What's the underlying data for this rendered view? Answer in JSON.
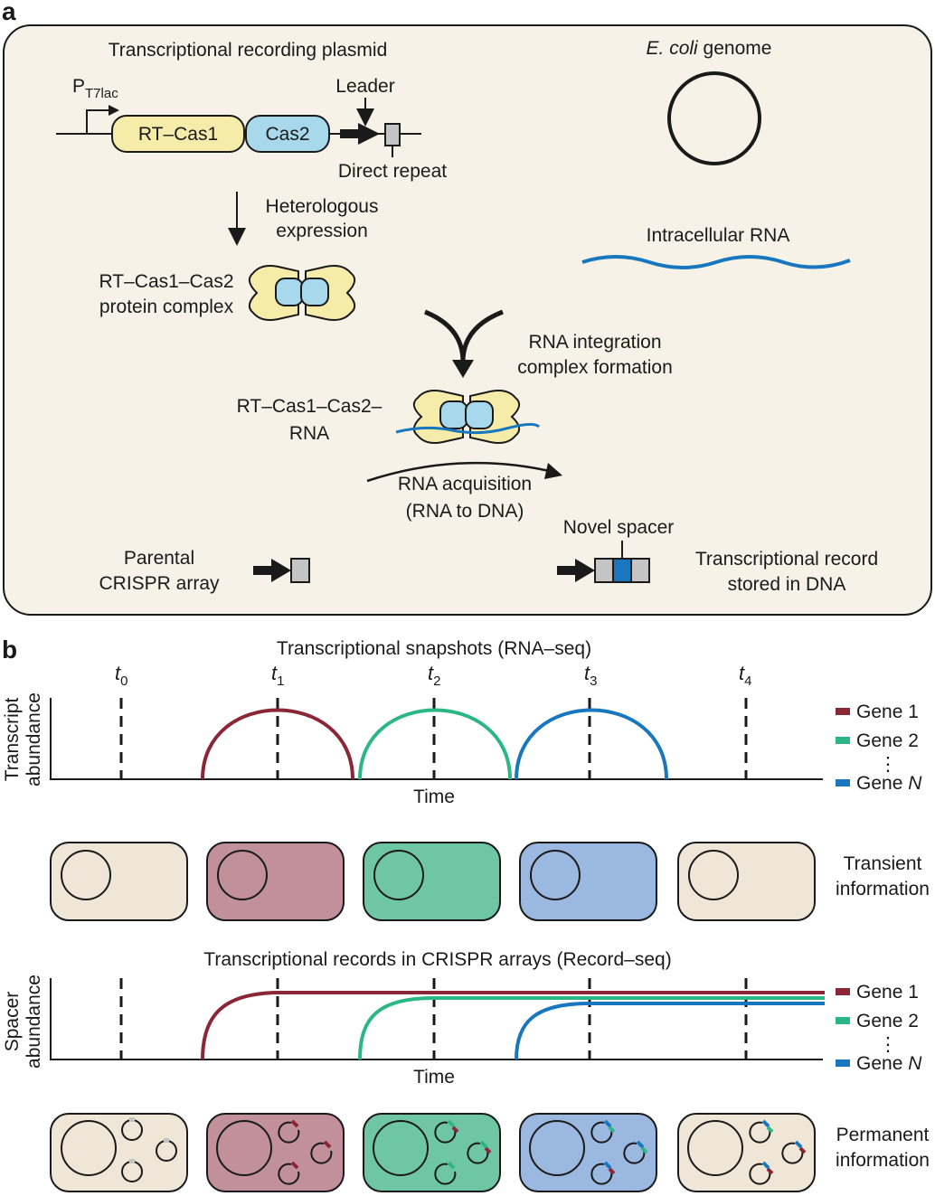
{
  "panel_a": {
    "letter": "a",
    "plasmid_title": "Transcriptional recording plasmid",
    "promoter": "P",
    "promoter_sub": "T7lac",
    "rt_cas1": "RT–Cas1",
    "cas2": "Cas2",
    "leader": "Leader",
    "direct_repeat": "Direct repeat",
    "genome_italic": "E. coli",
    "genome_rest": " genome",
    "intracellular_rna": "Intracellular RNA",
    "heterologous_1": "Heterologous",
    "heterologous_2": "expression",
    "complex_1": "RT–Cas1–Cas2",
    "complex_2": "protein complex",
    "integration_1": "RNA integration",
    "integration_2": "complex formation",
    "rna_complex_1": "RT–Cas1–Cas2–",
    "rna_complex_2": "RNA",
    "acquisition_1": "RNA acquisition",
    "acquisition_2": "(RNA to DNA)",
    "parental_1": "Parental",
    "parental_2": "CRISPR array",
    "novel_spacer": "Novel spacer",
    "record_1": "Transcriptional record",
    "record_2": "stored in DNA"
  },
  "panel_b": {
    "letter": "b",
    "snap_title": "Transcriptional snapshots (RNA–seq)",
    "rec_title": "Transcriptional records in CRISPR arrays (Record–seq)",
    "time_points": [
      {
        "t": "t",
        "sub": "0"
      },
      {
        "t": "t",
        "sub": "1"
      },
      {
        "t": "t",
        "sub": "2"
      },
      {
        "t": "t",
        "sub": "3"
      },
      {
        "t": "t",
        "sub": "4"
      }
    ],
    "ylabel_top_1": "Transcript",
    "ylabel_top_2": "abundance",
    "ylabel_bottom_1": "Spacer",
    "ylabel_bottom_2": "abundance",
    "xlabel": "Time",
    "legend": [
      {
        "prefix": "Gene ",
        "name": "1",
        "italic": false,
        "color": "#8b2636"
      },
      {
        "prefix": "Gene ",
        "name": "2",
        "italic": false,
        "color": "#2bb785"
      },
      {
        "prefix": "Gene ",
        "name": "N",
        "italic": true,
        "color": "#1877be"
      }
    ],
    "legend_ellipsis": "⋮",
    "transient_1": "Transient",
    "transient_2": "information",
    "permanent_1": "Permanent",
    "permanent_2": "information",
    "cell_colors": [
      "#efe6d8",
      "#c1909a",
      "#6fc6a7",
      "#9bb8e1",
      "#efe6d8"
    ]
  },
  "colors": {
    "panel_bg": "#f6f2e8",
    "cas1_yellow": "#f5ecaa",
    "cas2_blue": "#a7d8ec",
    "rna_blue": "#1877be",
    "repeat_gray": "#c4c4c4",
    "gene1": "#8b2636",
    "gene2": "#2bb785",
    "geneN": "#1877be"
  }
}
